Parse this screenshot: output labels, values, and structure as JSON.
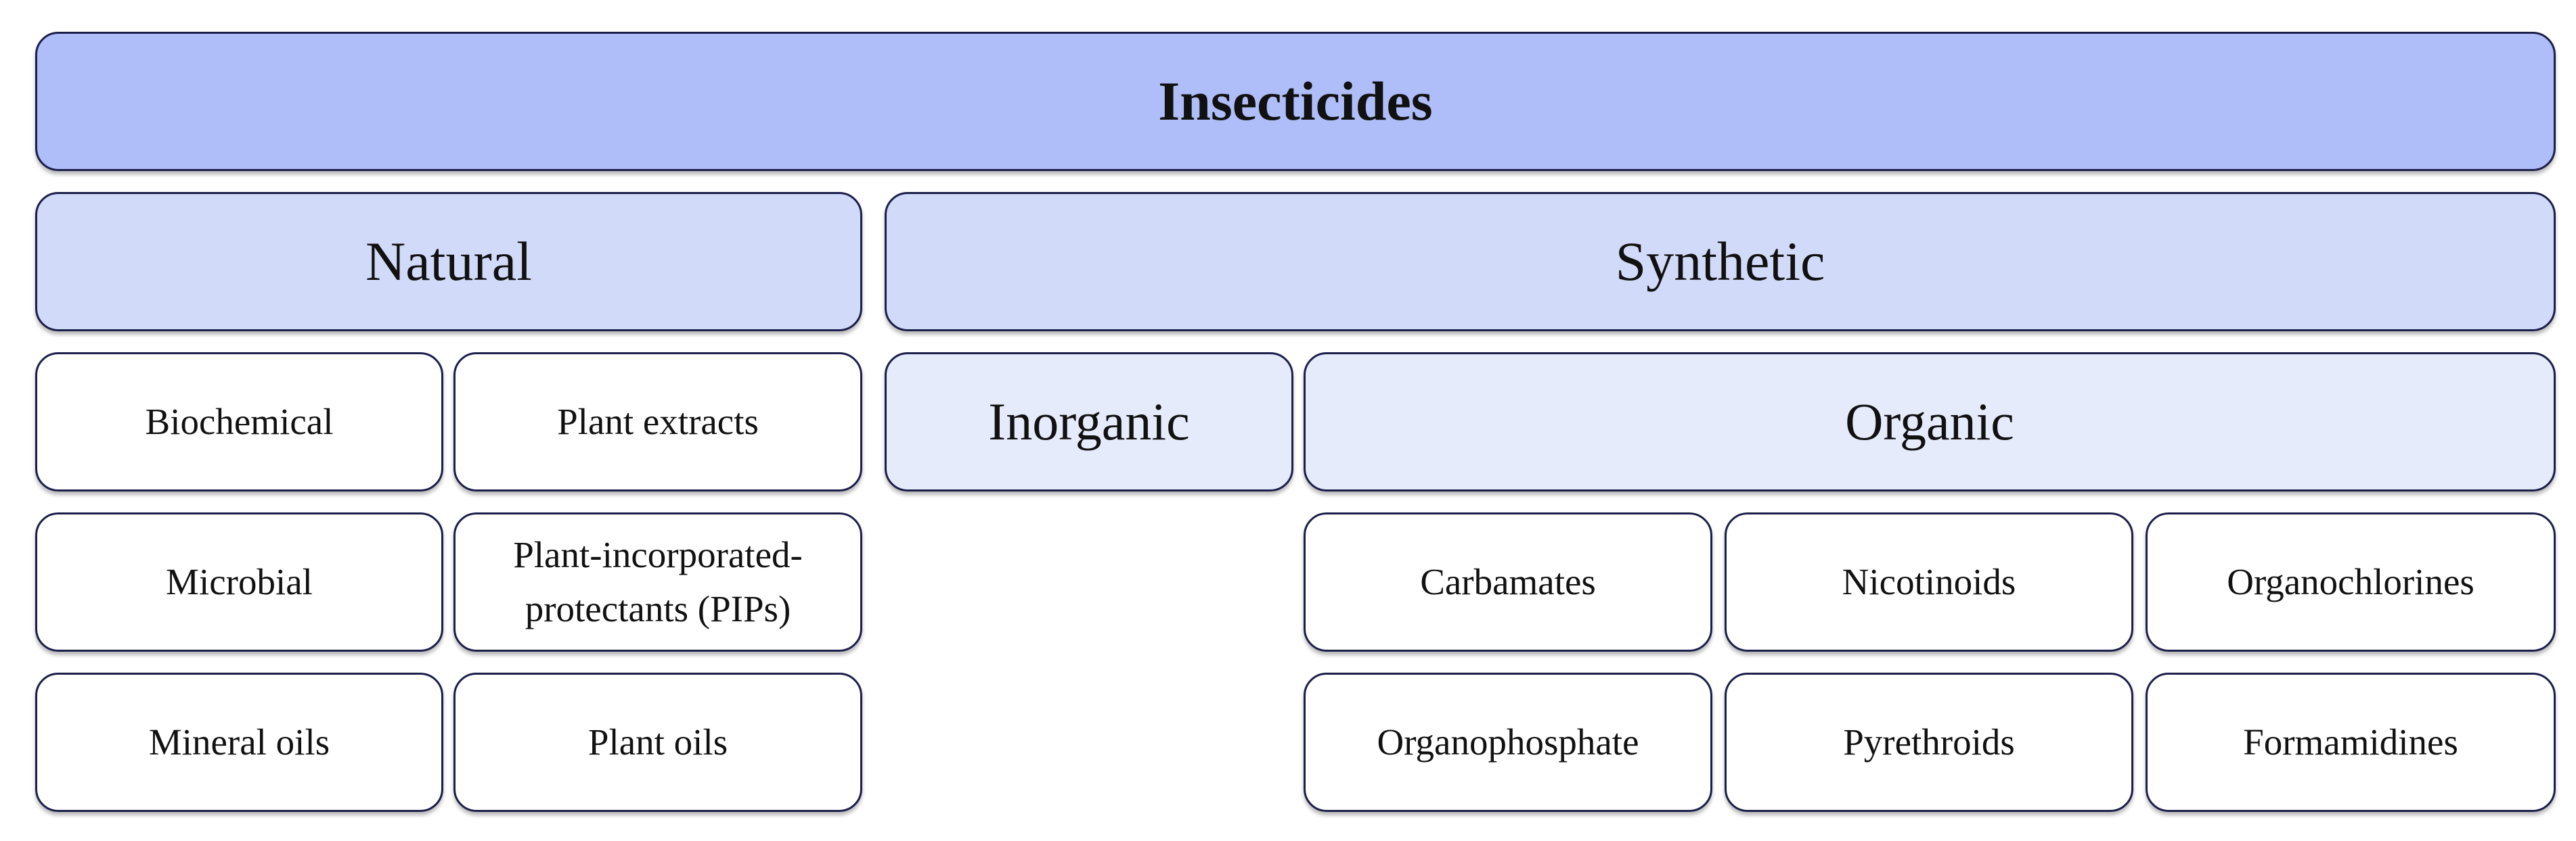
{
  "root": {
    "label": "Insecticides"
  },
  "natural": {
    "label": "Natural",
    "items": [
      "Biochemical",
      "Plant extracts",
      "Microbial",
      "Plant-incorporated-protectants (PIPs)",
      "Mineral oils",
      "Plant oils"
    ],
    "pips_line1": "Plant-incorporated-",
    "pips_line2": "protectants (PIPs)"
  },
  "synthetic": {
    "label": "Synthetic",
    "inorganic": {
      "label": "Inorganic"
    },
    "organic": {
      "label": "Organic",
      "items": [
        "Carbamates",
        "Nicotinoids",
        "Organochlorines",
        "Organophosphate",
        "Pyrethroids",
        "Formamidines"
      ]
    }
  },
  "colors": {
    "level0_fill": "#afbdf8",
    "level1_fill": "#d2daf9",
    "level2_fill": "#e6ebfc",
    "leaf_fill": "#ffffff",
    "border": "#1b1f4a"
  }
}
